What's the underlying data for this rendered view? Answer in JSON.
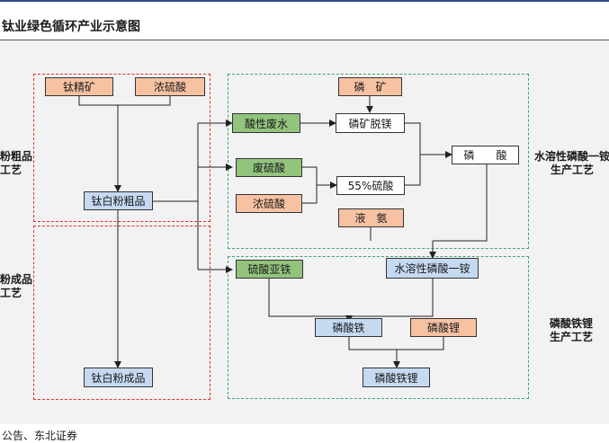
{
  "title": "钛业绿色循环产业示意图",
  "source": "公告、东北证券",
  "colors": {
    "raw": "#f7c2a2",
    "waste": "#93c47d",
    "product": "#c5d9f1",
    "intermediate": "#ffffff",
    "title_rule": "#2b4a86"
  },
  "side_labels": {
    "crude_process": [
      "粉粗品",
      "工艺"
    ],
    "finished_process": [
      "粉成品",
      "工艺"
    ],
    "ammonium_process": [
      "水溶性磷酸一铵",
      "生产工艺"
    ],
    "lfp_process": [
      "磷酸铁锂",
      "生产工艺"
    ]
  },
  "nodes": {
    "ilmenite": "钛精矿",
    "conc_acid_1": "浓硫酸",
    "ti_crude": "钛白粉粗品",
    "ti_finished": "钛白粉成品",
    "phosphate_ore": "磷　矿",
    "acidic_wastewater": "酸性废水",
    "ore_demag": "磷矿脱镁",
    "waste_acid": "废硫酸",
    "conc_acid_2": "浓硫酸",
    "acid_55": "55%硫酸",
    "phosphoric_acid": "磷　　酸",
    "liquid_ammonia": "液　氨",
    "ferrous_sulfate": "硫酸亚铁",
    "map": "水溶性磷酸一铵",
    "iron_phosphate": "磷酸铁",
    "lithium_phosphate": "磷酸锂",
    "lfp": "磷酸铁锂"
  }
}
